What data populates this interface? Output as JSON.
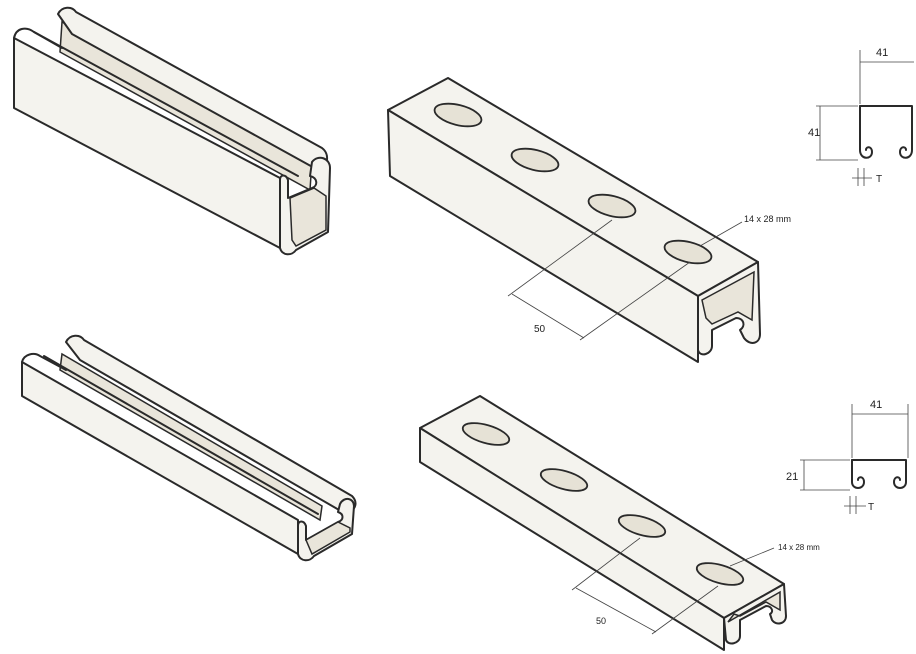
{
  "figure": {
    "top_profile": {
      "width_label": "41",
      "height_label": "41",
      "thickness_label": "T"
    },
    "bottom_profile": {
      "width_label": "41",
      "height_label": "21",
      "thickness_label": "T"
    },
    "top_slotted": {
      "slot_label": "14 x 28 mm",
      "pitch_label": "50"
    },
    "bottom_slotted": {
      "slot_label": "14 x 28 mm",
      "pitch_label": "50"
    }
  },
  "colors": {
    "line": "#2a2a2a",
    "surface": "#f4f3ee",
    "inner_surface": "#e9e5da"
  }
}
